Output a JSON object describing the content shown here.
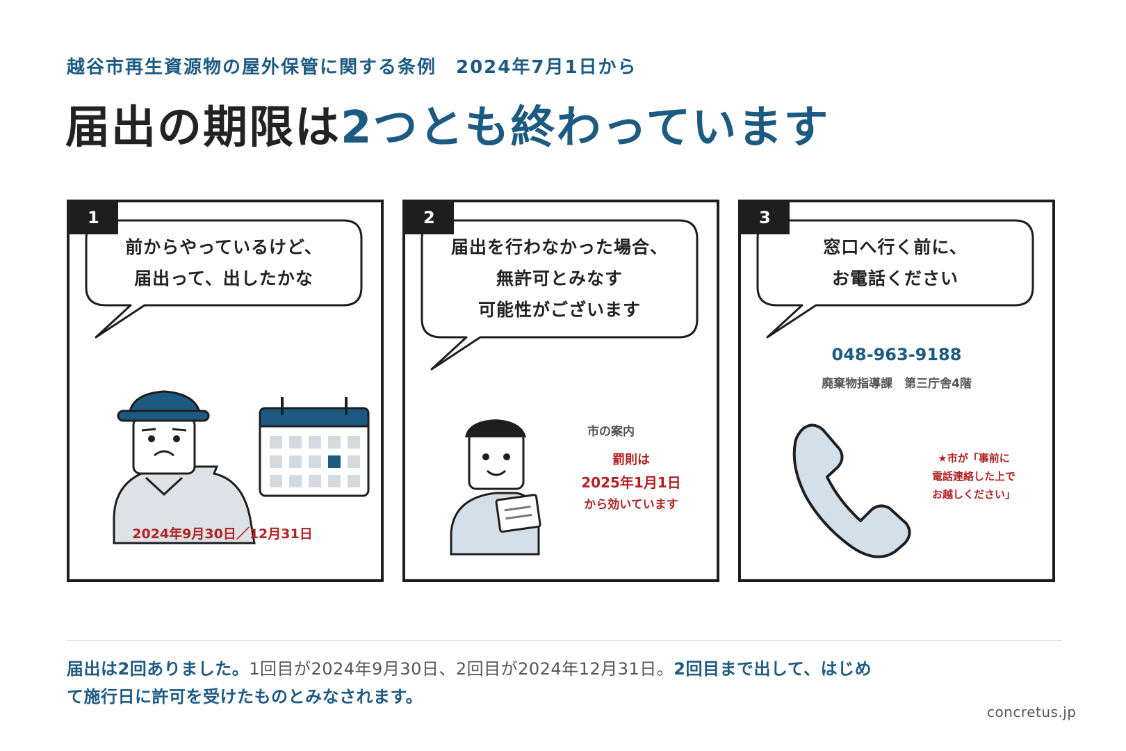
{
  "header": {
    "subtitle": "越谷市再生資源物の屋外保管に関する条例　2024年7月1日から",
    "title_prefix": "届出の期限は",
    "title_accent": "2つとも終わっています"
  },
  "panels": [
    {
      "number": "1",
      "bubble_lines": [
        "前からやっているけど、",
        "届出って、出したかな"
      ],
      "date_label": "2024年9月30日／12月31日"
    },
    {
      "number": "2",
      "bubble_lines": [
        "届出を行わなかった場合、",
        "無許可とみなす",
        "可能性がございます"
      ],
      "doc_label": "市の案内",
      "penalty_lines": [
        "罰則は",
        "2025年1月1日",
        "から効いています"
      ]
    },
    {
      "number": "3",
      "bubble_lines": [
        "窓口へ行く前に、",
        "お電話ください"
      ],
      "phone": "048-963-9188",
      "office": "廃棄物指導課　第三庁舎4階",
      "note_lines": [
        "★市が「事前に",
        "電話連絡した上で",
        "お越しください」"
      ]
    }
  ],
  "summary": {
    "part1": "届出は2回ありました。",
    "part2": "1回目が2024年9月30日、2回目が2024年12月31日。",
    "part3": "2回目まで出して、はじめて施行日に許可を受けたものとみなされます。"
  },
  "footer": {
    "site": "concretus.jp"
  },
  "colors": {
    "accent": "#1d5a82",
    "alert": "#b22222",
    "ink": "#1e1e1e",
    "light_fill": "#d3e0ea"
  }
}
